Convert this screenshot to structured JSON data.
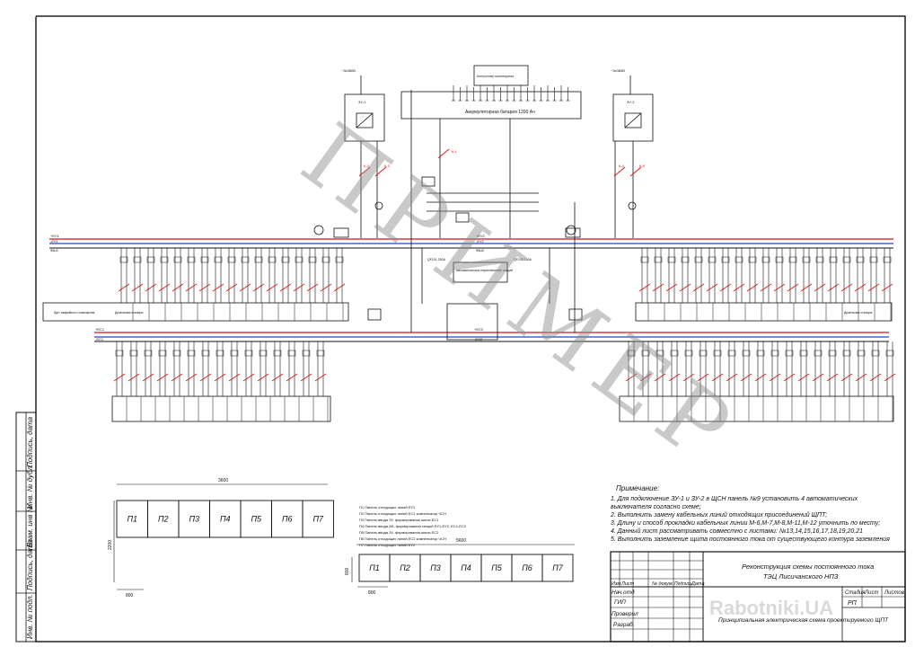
{
  "battery": {
    "label": "Аккумуляторная батарея 1200 Ач",
    "monitor_label": "Контроллер мониторинга"
  },
  "watermark": "ПРИМЕР",
  "side_stamp": {
    "labels": [
      "Подпись, дата",
      "Инв. № дубл.",
      "Взам. инв №",
      "Подпись, дата",
      "Инв. № подл."
    ]
  },
  "panels_small": {
    "dim_width": "3600",
    "dim_height": "2200",
    "dim_base": "800",
    "cells": [
      "П1",
      "П2",
      "П3",
      "П4",
      "П5",
      "П6",
      "П7"
    ]
  },
  "panels_legend": [
    "П1 Панель отходящих линий ЕУ1",
    "П2 Панель отходящих линий ЕС1 компенсатор ЧСН",
    "П3 Панель ввода ЗУ, формирования шины ЕС1",
    "П4 Панель ввода АБ, формирования секций ЕУ1-ЕУ2, ЕС1-ЕС2",
    "П5 Панель ввода ЗУ, формирования шины ЕС2",
    "П6 Панель отходящих линий ЕС2 компенсатор ЧСН",
    "П7 Панель отходящих линий ЕУ2"
  ],
  "panels_large": {
    "dim_width": "5600",
    "dim_height": "800",
    "dim_base": "800",
    "cells": [
      "П1",
      "П2",
      "П3",
      "П4",
      "П5",
      "П6",
      "П7"
    ]
  },
  "notes": {
    "title": "Примечание:",
    "items": [
      "1. Для подключение ЗУ-1 и ЗУ-2 в ЩСН панель №9 установить 4 автоматических",
      "   выключателя согласно схеме;",
      "2. Выполнить замену кабельных линий отходящих присоединений ЩПТ;",
      "3. Длину и способ прокладки кабельных линии М-6,М-7,М-8,М-11,М-12 уточнить по месту;",
      "4. Данный лист рассматривать совместно с листами: №13,14,15,16,17,18,19,20,21",
      "5. Выполнить заземление щита постоянного тока от существующего контура заземления"
    ]
  },
  "title_block": {
    "project": "Реконструкция схемы постоянного тока",
    "object": "ТЭЦ Лисичанского НПЗ",
    "sheet_title": "Принципиальная электрическая схема проектируемого ЩПТ",
    "headers": [
      "Изм.",
      "Лист",
      "№ докум.",
      "Подпись",
      "Дата"
    ],
    "roles": [
      "Нач.отд",
      "ГИП",
      "Проверил",
      "Разраб."
    ],
    "stage_headers": [
      "Стадия",
      "Лист",
      "Листов"
    ],
    "stage_value": "РП",
    "watermark_site": "Rabotniki.UA"
  },
  "diagram": {
    "bus_top": [
      "+ЕУ1",
      "-ЕУ1",
      "ФШ1"
    ],
    "bus_top_right": [
      "+ЕУ2",
      "-ЕУ2",
      "ФШ2"
    ],
    "bus_mid": [
      "+ЕС1",
      "-ЕС1"
    ],
    "bus_mid_right": [
      "+ЕС2",
      "-ЕС2"
    ],
    "charger_left": "ЗУ-1",
    "charger_right": "ЗУ-2",
    "feed_left": "~3х380В",
    "feed_right": "~3х380В",
    "bus_tie_label": "Автоматическое переключение секций",
    "qf_tie": "QF101 250А",
    "qf_tie_2": "QF102 250А",
    "red_marks_top": [
      "К-1",
      "К-2",
      "К-3",
      "К-4",
      "К-5"
    ],
    "bottom_labels_left": [
      "Щит аварийного освещения",
      "Дизельная станция"
    ],
    "bottom_labels_right": [
      "Дизельная станция"
    ]
  }
}
